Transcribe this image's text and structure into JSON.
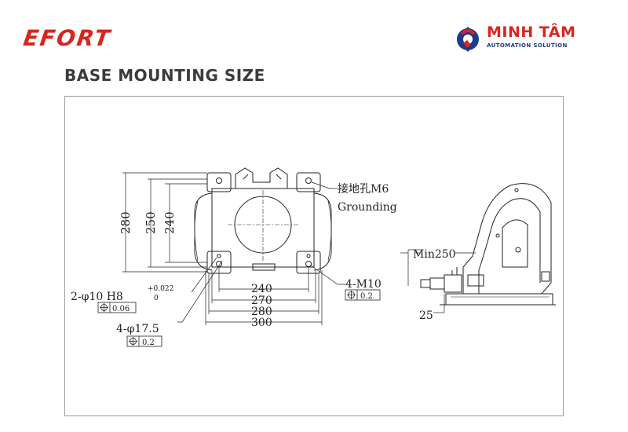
{
  "header": {
    "brand_left": "EFORT",
    "brand_right_name": "MINH TÂM",
    "brand_right_tagline": "AUTOMATION SOLUTION",
    "title": "BASE MOUNTING SIZE"
  },
  "drawing": {
    "grounding_cn": "接地孔M6",
    "grounding_en": "Grounding",
    "dim_280_v": "280",
    "dim_250_v": "250",
    "dim_240_v": "240",
    "dim_240_h": "240",
    "dim_270_h": "270",
    "dim_280_h": "280",
    "dim_300_h": "300",
    "hole_pin": "2-φ10 H8",
    "tol_upper": "+0.022",
    "tol_lower": "0",
    "tol_pin": "0.06",
    "hole_bolt": "4-φ17.5",
    "tol_bolt": "0.2",
    "thread": "4-M10",
    "tol_thread": "0.2",
    "min_clearance": "Min250",
    "dim_25": "25"
  },
  "colors": {
    "brand_red": "#d7261e",
    "brand_blue": "#1f3a8a",
    "line": "#222222",
    "frame": "#9a9a9a"
  }
}
